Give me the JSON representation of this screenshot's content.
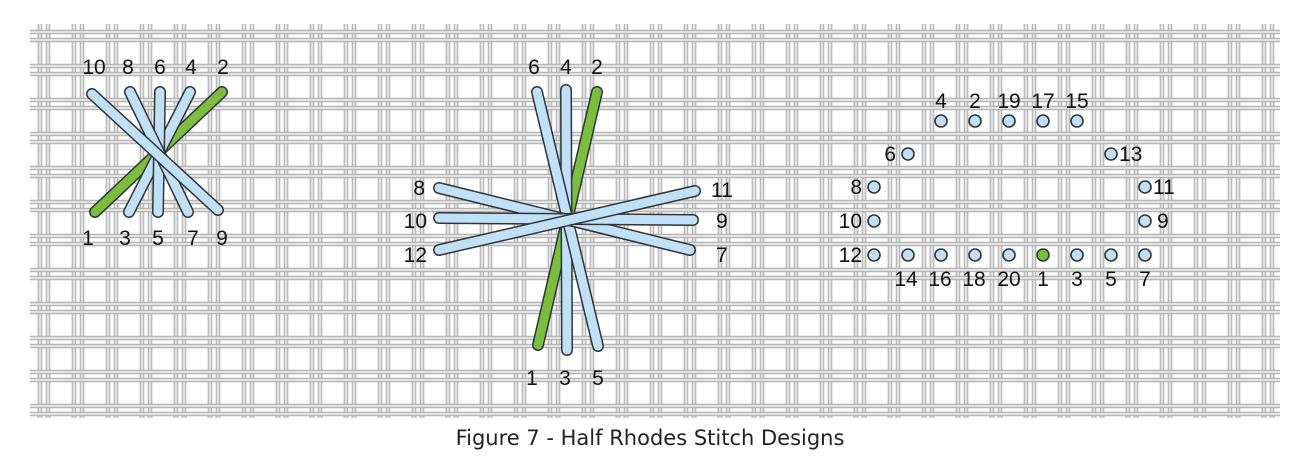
{
  "caption": "Figure 7 - Half Rhodes Stitch Designs",
  "colors": {
    "canvas_thread": "#e2e2e2",
    "canvas_outline": "#a8a8a8",
    "stitch_blue": "#bfe0f7",
    "stitch_green": "#7bbd3f",
    "stitch_outline": "#333333"
  },
  "designs": [
    {
      "name": "small-half-rhodes",
      "top_labels": [
        "10",
        "8",
        "6",
        "4",
        "2"
      ],
      "bottom_labels": [
        "1",
        "3",
        "5",
        "7",
        "9"
      ]
    },
    {
      "name": "large-half-rhodes",
      "top_labels": [
        "6",
        "4",
        "2"
      ],
      "left_labels": [
        "8",
        "10",
        "12"
      ],
      "right_labels": [
        "11",
        "9",
        "7"
      ],
      "bottom_labels": [
        "1",
        "3",
        "5"
      ]
    },
    {
      "name": "hole-sequence",
      "top_labels": [
        "4",
        "2",
        "19",
        "17",
        "15"
      ],
      "left_labels": [
        "6",
        "8",
        "10",
        "12"
      ],
      "right_labels": [
        "13",
        "11",
        "9"
      ],
      "bottom_labels": [
        "14",
        "16",
        "18",
        "20",
        "1",
        "3",
        "5",
        "7"
      ]
    }
  ]
}
